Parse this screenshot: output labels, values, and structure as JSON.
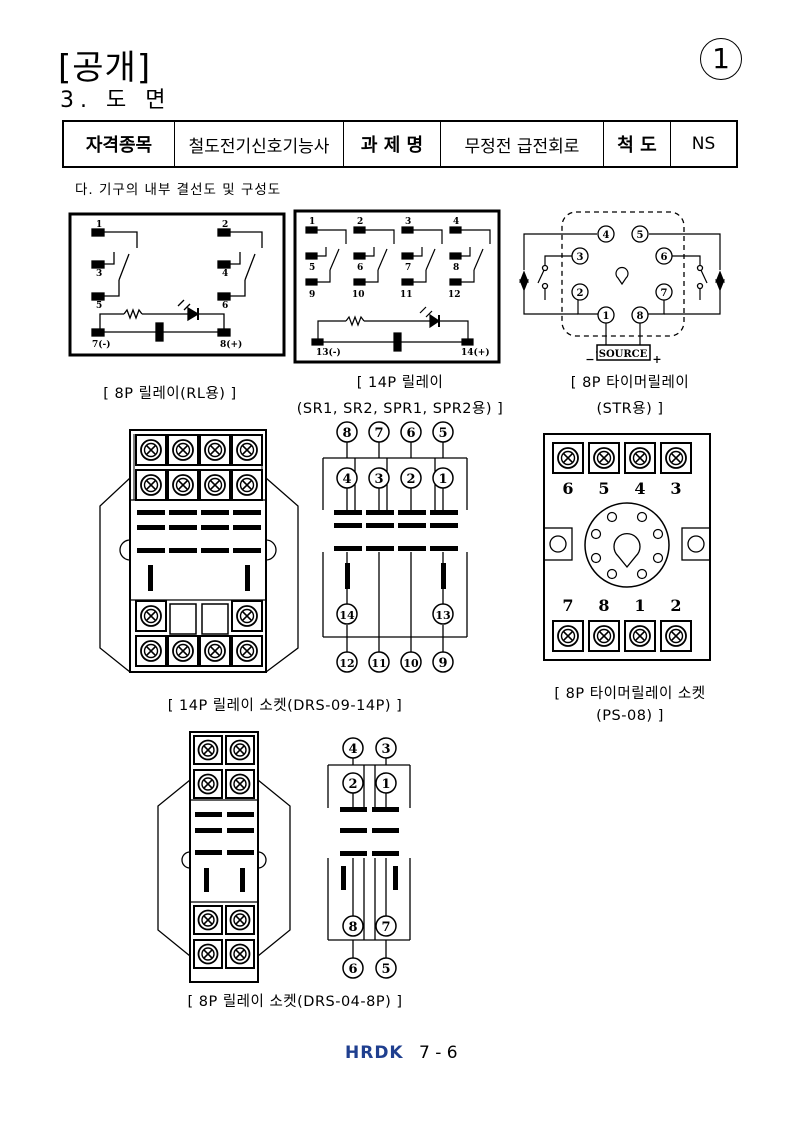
{
  "header": {
    "title": "[공개]",
    "subtitle": "3. 도 면",
    "page_marker": "1"
  },
  "info_table": {
    "qualification_label": "자격종목",
    "qualification_value": "철도전기신호기능사",
    "task_label": "과 제 명",
    "task_value": "무정전 급전회로",
    "scale_label": "척 도",
    "scale_value": "NS"
  },
  "section_label": "다. 기구의 내부 결선도 및 구성도",
  "diagrams": {
    "relay8p": {
      "caption": "[ 8P 릴레이(RL용) ]",
      "pins": [
        "1",
        "2",
        "3",
        "4",
        "5",
        "6",
        "7(-)",
        "8(+)"
      ]
    },
    "relay14p": {
      "caption_line1": "[ 14P 릴레이",
      "caption_line2": "(SR1, SR2, SPR1, SPR2용) ]",
      "pins": [
        "1",
        "2",
        "3",
        "4",
        "5",
        "6",
        "7",
        "8",
        "9",
        "10",
        "11",
        "12",
        "13(-)",
        "14(+)"
      ]
    },
    "timer8p": {
      "caption_line1": "[ 8P 타이머릴레이",
      "caption_line2": "(STR용) ]",
      "source_label": "SOURCE",
      "minus": "−",
      "plus": "+",
      "pins": [
        "1",
        "2",
        "3",
        "4",
        "5",
        "6",
        "7",
        "8"
      ]
    },
    "socket14p": {
      "caption": "[ 14P 릴레이 소켓(DRS-09-14P) ]",
      "top_pins": [
        "8",
        "7",
        "6",
        "5"
      ],
      "mid_pins": [
        "4",
        "3",
        "2",
        "1"
      ],
      "coil_pins": [
        "14",
        "13"
      ],
      "bottom_pins": [
        "12",
        "11",
        "10",
        "9"
      ]
    },
    "timer_socket": {
      "caption_line1": "[ 8P 타이머릴레이 소켓",
      "caption_line2": "(PS-08) ]",
      "top_labels": [
        "6",
        "5",
        "4",
        "3"
      ],
      "bottom_labels": [
        "7",
        "8",
        "1",
        "2"
      ]
    },
    "socket8p": {
      "caption": "[ 8P 릴레이 소켓(DRS-04-8P) ]",
      "top_pins": [
        "4",
        "3"
      ],
      "mid_pins": [
        "2",
        "1"
      ],
      "coil_pins": [
        "8",
        "7"
      ],
      "bottom_pins": [
        "6",
        "5"
      ]
    }
  },
  "footer": {
    "logo": "HRDK",
    "page_number": "7 - 6"
  }
}
